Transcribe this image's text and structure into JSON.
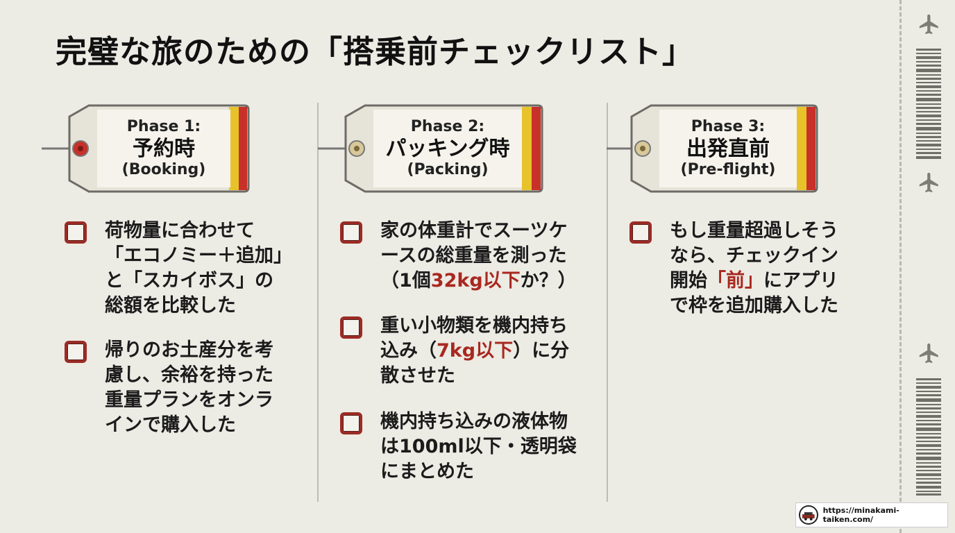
{
  "title": "完璧な旅のための「搭乗前チェックリスト」",
  "colors": {
    "accent_red": "#a8281f",
    "tag_red": "#c8302a",
    "tag_yellow": "#e8c22a"
  },
  "phases": [
    {
      "phase": "Phase 1:",
      "name": "予約時",
      "en": "(Booking)",
      "items": [
        {
          "pre": "荷物量に合わせて「エコノミー＋追加」と「スカイボス」の総額を比較した",
          "hl": "",
          "post": ""
        },
        {
          "pre": "帰りのお土産分を考慮し、余裕を持った重量プランをオンラインで購入した",
          "hl": "",
          "post": ""
        }
      ]
    },
    {
      "phase": "Phase 2:",
      "name": "パッキング時",
      "en": "(Packing)",
      "items": [
        {
          "pre": "家の体重計でスーツケースの総重量を測った（1個",
          "hl": "32kg以下",
          "post": "か？）"
        },
        {
          "pre": "重い小物類を機内持ち込み（",
          "hl": "7kg以下",
          "post": "）に分散させた"
        },
        {
          "pre": "機内持ち込みの液体物は100ml以下・透明袋にまとめた",
          "hl": "",
          "post": ""
        }
      ]
    },
    {
      "phase": "Phase 3:",
      "name": "出発直前",
      "en": "(Pre-flight)",
      "items": [
        {
          "pre": "もし重量超過しそうなら、チェックイン開始",
          "hl": "「前」",
          "post": "にアプリで枠を追加購入した"
        }
      ]
    }
  ],
  "footer": {
    "url": "https://minakami-taiken.com/"
  },
  "icons": [
    "plane-icon",
    "barcode-icon",
    "luggage-tag-icon",
    "checkbox-icon"
  ]
}
